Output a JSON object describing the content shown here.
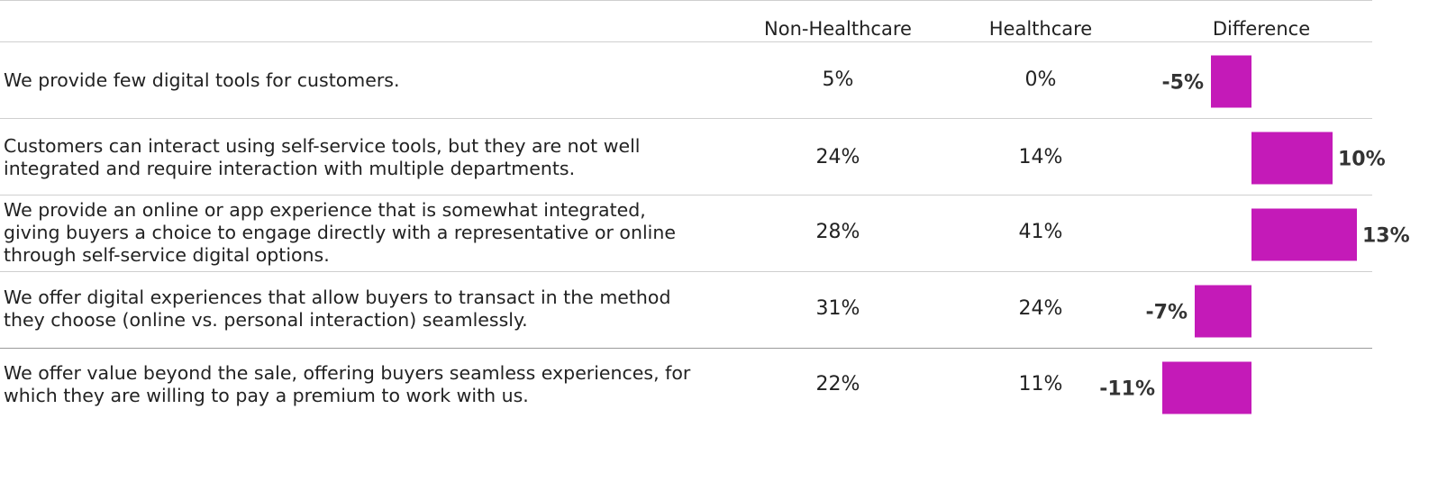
{
  "columns": {
    "non_healthcare": "Non-Healthcare",
    "healthcare": "Healthcare",
    "difference": "Difference"
  },
  "rows": [
    {
      "label": "We provide few digital tools for customers.",
      "non_healthcare": "5%",
      "healthcare": "0%"
    },
    {
      "label": "Customers can interact using self-service tools, but they are not well integrated and require interaction with multiple departments.",
      "non_healthcare": "24%",
      "healthcare": "14%"
    },
    {
      "label": "We provide an online or app experience that is somewhat integrated, giving buyers a choice to engage directly with a representative or online through self-service digital options.",
      "non_healthcare": "28%",
      "healthcare": "41%"
    },
    {
      "label": "We offer digital experiences that allow buyers to transact in the method they choose (online vs. personal interaction) seamlessly.",
      "non_healthcare": "31%",
      "healthcare": "24%"
    },
    {
      "label": "We offer value beyond the sale, offering buyers seamless experiences, for which they are willing to pay a premium to work with us.",
      "non_healthcare": "22%",
      "healthcare": "11%"
    }
  ],
  "chart_data": {
    "type": "bar",
    "orientation": "horizontal",
    "categories": [
      "We provide few digital tools for customers.",
      "Customers can interact using self-service tools, but they are not well integrated and require interaction with multiple departments.",
      "We provide an online or app experience that is somewhat integrated, giving buyers a choice to engage directly with a representative or online through self-service digital options.",
      "We offer digital experiences that allow buyers to transact in the method they choose (online vs. personal interaction) seamlessly.",
      "We offer value beyond the sale, offering buyers seamless experiences, for which they are willing to pay a premium to work with us."
    ],
    "values": [
      -5,
      10,
      13,
      -7,
      -11
    ],
    "value_labels": [
      "-5%",
      "10%",
      "13%",
      "-7%",
      "-11%"
    ],
    "xlabel": "",
    "ylabel": "",
    "grid": false,
    "colors": {
      "bar": "#c41ab8"
    }
  }
}
